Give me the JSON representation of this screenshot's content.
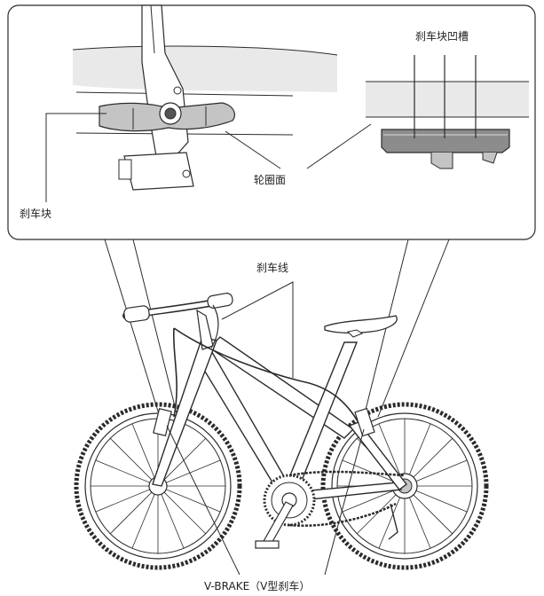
{
  "labels": {
    "brake_shoe_groove": "刹车块凹槽",
    "rim_surface": "轮圈面",
    "brake_shoe": "刹车块",
    "brake_cable": "刹车线",
    "v_brake": "V-BRAKE（V型刹车）"
  },
  "colors": {
    "line": "#2b2b2b",
    "fill_gray": "#c4c4c4",
    "fill_light": "#e9e9e9",
    "fill_dark": "#8c8c8c",
    "background": "#ffffff"
  }
}
